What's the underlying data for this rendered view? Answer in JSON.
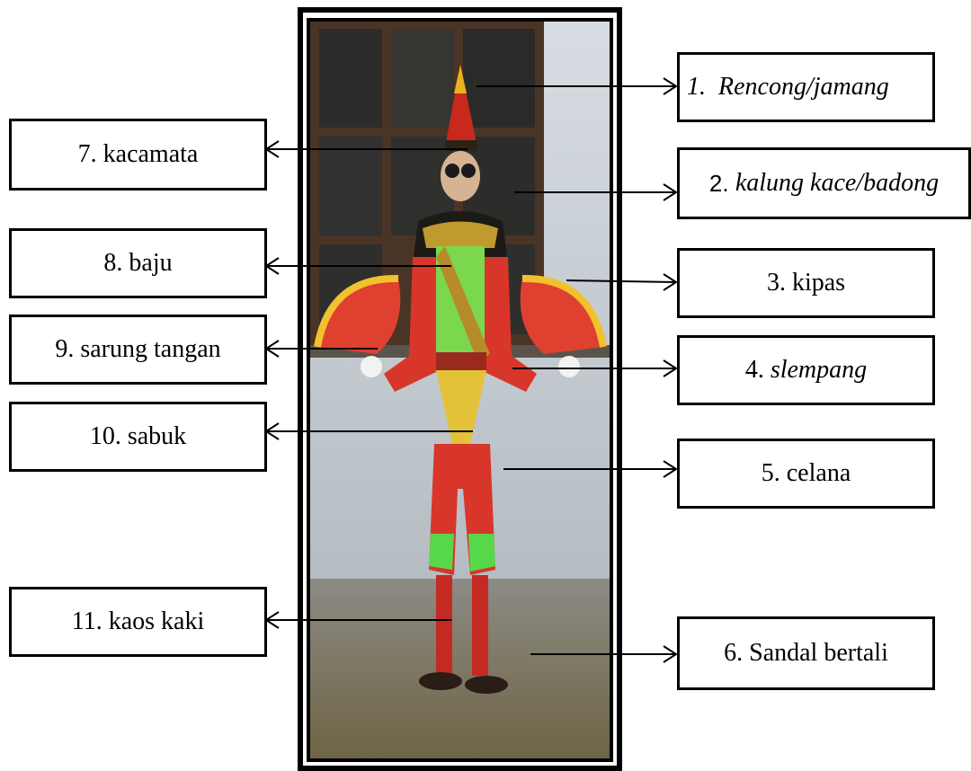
{
  "labels": {
    "l1": {
      "num": "1.",
      "text": "Rencong/jamang"
    },
    "l2": {
      "num": "2.",
      "text": "kalung kace/badong"
    },
    "l3": {
      "text": "3. kipas"
    },
    "l4": {
      "num": "4.",
      "text": "slempang"
    },
    "l5": {
      "text": "5. celana"
    },
    "l6": {
      "text": "6. Sandal bertali"
    },
    "l7": {
      "text": "7. kacamata"
    },
    "l8": {
      "text": "8. baju"
    },
    "l9": {
      "text": "9. sarung tangan"
    },
    "l10": {
      "text": "10. sabuk"
    },
    "l11": {
      "text": "11. kaos kaki"
    }
  },
  "photo": {
    "subject": "Traditional costume performer"
  }
}
